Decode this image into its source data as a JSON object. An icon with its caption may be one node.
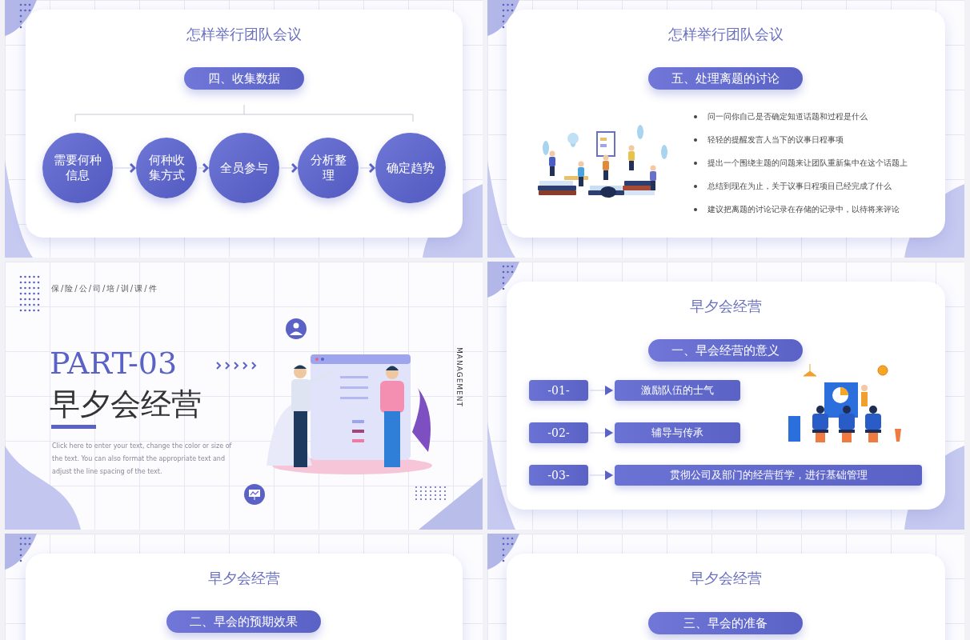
{
  "diagram": {
    "nodes": [
      {
        "text": [
          "怎样举行团队会议"
        ]
      },
      {
        "text": [
          "四、收集数据"
        ],
        "in": 0
      },
      {
        "text": [
          "需要何种信息"
        ],
        "in": 0
      },
      {
        "text": [
          "何种收集方式"
        ],
        "in": 0
      },
      {
        "text": [
          "全员参与"
        ],
        "in": 0
      },
      {
        "text": [
          "分析整理"
        ],
        "in": 0
      },
      {
        "text": [
          "确定趋势"
        ],
        "in": 0
      },
      {
        "text": [
          "怎样举行团队会议"
        ]
      },
      {
        "text": [
          "五、处理离题的讨论"
        ],
        "in": 7
      },
      {
        "text": [
          "早夕会经营"
        ]
      },
      {
        "text": [
          "一、早会经营的意义"
        ],
        "in": 9
      },
      {
        "text": [
          "-01-"
        ],
        "in": 9
      },
      {
        "text": [
          "激励队伍的士气"
        ],
        "in": 9
      },
      {
        "text": [
          "-02-"
        ],
        "in": 9
      },
      {
        "text": [
          "辅导与传承"
        ],
        "in": 9
      },
      {
        "text": [
          "-03-"
        ],
        "in": 9
      },
      {
        "text": [
          "贯彻公司及部门的经营哲学，进行基础管理"
        ],
        "in": 9
      },
      {
        "text": [
          "早夕会经营"
        ]
      },
      {
        "text": [
          "二、早会的预期效果"
        ],
        "in": 17
      },
      {
        "text": [
          "早夕会经营"
        ]
      },
      {
        "text": [
          "三、早会的准备"
        ],
        "in": 19
      }
    ],
    "edges": [
      {
        "from": 2,
        "to": 3,
        "arrow": "to"
      },
      {
        "from": 3,
        "to": 4,
        "arrow": "to"
      },
      {
        "from": 4,
        "to": 5,
        "arrow": "to"
      },
      {
        "from": 5,
        "to": 6,
        "arrow": "to"
      },
      {
        "from": 11,
        "to": 12,
        "arrow": "to"
      },
      {
        "from": 13,
        "to": 14,
        "arrow": "to"
      },
      {
        "from": 15,
        "to": 16,
        "arrow": "to"
      }
    ],
    "labels": [
      "问一问你自己是否确定知道话题和过程是什么",
      "轻轻的提醒发言人当下的议事日程事项",
      "提出一个围绕主题的问题来让团队重新集中在这个话题上",
      "总结到现在为止，关于议事日程项目已经完成了什么",
      "建议把离题的讨论记录在存储的记录中，以待将来评论",
      "保/险/公/司/培/训/课/件",
      "PART-03",
      "早夕会经营",
      "MANAGEMENT",
      "Click here to enter your text, change the color or size of the text. You can also format the appropriate text and adjust the line spacing of the text."
    ]
  }
}
